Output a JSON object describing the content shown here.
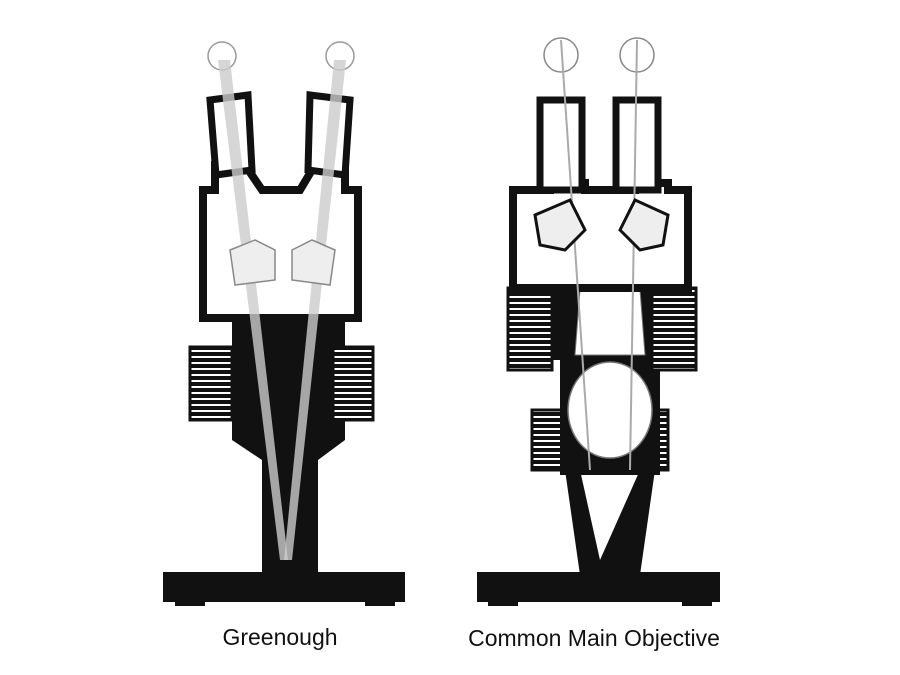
{
  "diagrams": [
    {
      "id": "greenough",
      "label": "Greenough"
    },
    {
      "id": "cmo",
      "label": "Common Main Objective"
    }
  ],
  "colors": {
    "ink": "#111111",
    "beam": "#cccccc",
    "background": "#ffffff"
  }
}
